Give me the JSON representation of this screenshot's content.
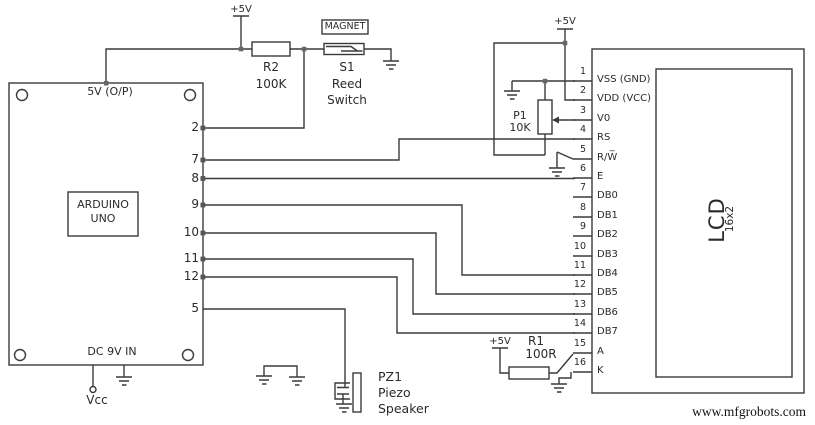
{
  "watermark": "www.mfgrobots.com",
  "power_labels": {
    "top": "+5V",
    "lcd": "+5V",
    "backlight": "+5V"
  },
  "magnet_label": "MAGNET",
  "arduino": {
    "name_line1": "ARDUINO",
    "name_line2": "UNO",
    "top_pin_label": "5V (O/P)",
    "bottom_pin_label": "DC 9V IN",
    "vcc_label": "Vcc",
    "digital_pins": [
      "2",
      "7",
      "8",
      "9",
      "10",
      "11",
      "12",
      "5"
    ]
  },
  "r2": {
    "ref": "R2",
    "value": "100K"
  },
  "s1": {
    "ref": "S1",
    "desc1": "Reed",
    "desc2": "Switch"
  },
  "p1": {
    "ref": "P1",
    "value": "10K"
  },
  "r1": {
    "ref": "R1",
    "value": "100R"
  },
  "pz1": {
    "ref": "PZ1",
    "desc1": "Piezo",
    "desc2": "Speaker"
  },
  "lcd": {
    "name": "LCD",
    "size": "16x2",
    "pins": [
      {
        "num": "1",
        "label": "VSS (GND)"
      },
      {
        "num": "2",
        "label": "VDD (VCC)"
      },
      {
        "num": "3",
        "label": "V0"
      },
      {
        "num": "4",
        "label": "RS"
      },
      {
        "num": "5",
        "label": "R/W̅"
      },
      {
        "num": "6",
        "label": "E"
      },
      {
        "num": "7",
        "label": "DB0"
      },
      {
        "num": "8",
        "label": "DB1"
      },
      {
        "num": "9",
        "label": "DB2"
      },
      {
        "num": "10",
        "label": "DB3"
      },
      {
        "num": "11",
        "label": "DB4"
      },
      {
        "num": "12",
        "label": "DB5"
      },
      {
        "num": "13",
        "label": "DB6"
      },
      {
        "num": "14",
        "label": "DB7"
      },
      {
        "num": "15",
        "label": "A"
      },
      {
        "num": "16",
        "label": "K"
      }
    ]
  }
}
